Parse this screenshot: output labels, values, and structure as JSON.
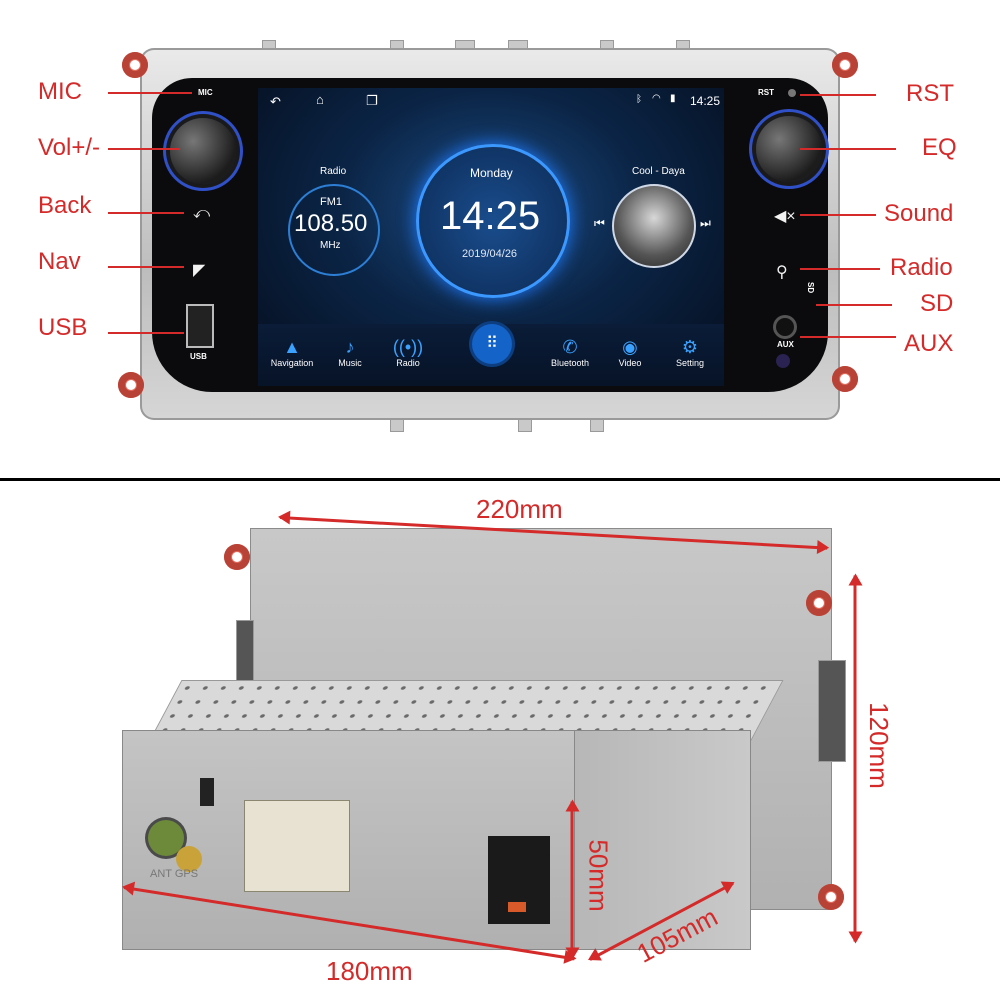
{
  "callouts": {
    "left": [
      "MIC",
      "Vol+/-",
      "Back",
      "Nav",
      "USB"
    ],
    "right": [
      "RST",
      "EQ",
      "Sound",
      "Radio",
      "SD",
      "AUX"
    ]
  },
  "panel_labels": {
    "mic": "MIC",
    "rst": "RST",
    "usb": "USB",
    "aux": "AUX",
    "sd": "SD"
  },
  "screen": {
    "status_time": "14:25",
    "radio": {
      "title": "Radio",
      "band": "FM1",
      "frequency": "108.50",
      "unit": "MHz"
    },
    "clock": {
      "day": "Monday",
      "time": "14:25",
      "date": "2019/04/26"
    },
    "music": {
      "track": "Cool - Daya"
    },
    "apps": [
      "Navigation",
      "Music",
      "Radio",
      "Bluetooth",
      "Video",
      "Setting"
    ]
  },
  "dimensions": {
    "width_back": "220mm",
    "height": "120mm",
    "box_height": "50mm",
    "box_width": "180mm",
    "box_depth": "105mm"
  },
  "chassis_text": "ANT GPS",
  "icons": [
    "back-icon",
    "home-icon",
    "recent-apps-icon",
    "bluetooth-icon",
    "wifi-icon",
    "signal-icon",
    "battery-icon",
    "navigation-icon",
    "music-icon",
    "radio-icon",
    "apps-grid-icon",
    "bluetooth-phone-icon",
    "video-icon",
    "settings-icon",
    "prev-icon",
    "next-icon",
    "mute-icon",
    "radio-antenna-icon"
  ],
  "colors": {
    "callout_red": "#d42a2a",
    "screen_blue": "#0b2547",
    "accent_blue": "#3aa1ff"
  }
}
